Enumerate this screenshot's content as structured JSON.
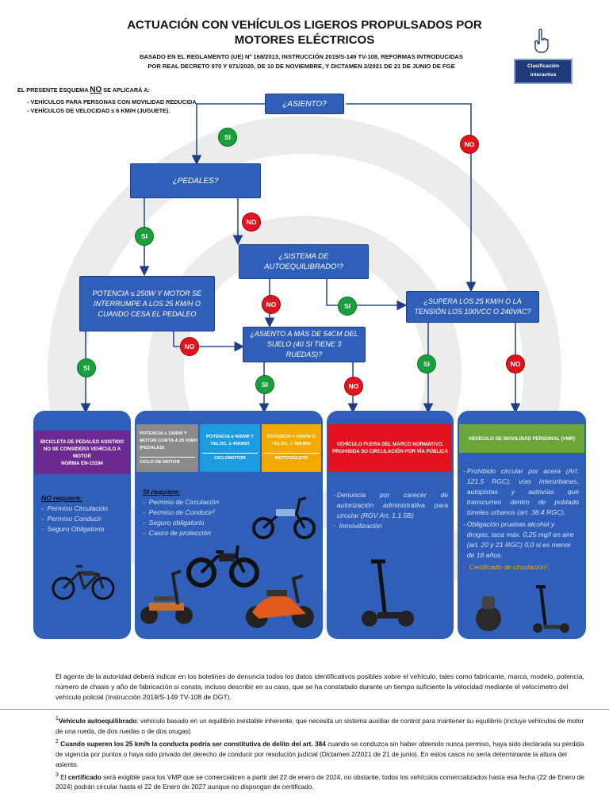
{
  "header": {
    "title_line1": "ACTUACIÓN CON VEHÍCULOS LIGEROS PROPULSADOS POR",
    "title_line2": "MOTORES ELÉCTRICOS",
    "subtitle_line1": "BASADO EN EL REGLAMENTO (UE) Nº 168/2013, INSTRUCCIÓN 2019/S-149 TV-108, REFORMAS INTRODUCIDAS",
    "subtitle_line2": "POR REAL DECRETO 970 Y 971/2020, DE 10 DE NOVIEMBRE, Y DICTAMEN 2/2021 DE 21 DE JUNIO DE FGE",
    "badge_line1": "Clasificación",
    "badge_line2": "interactiva"
  },
  "exclusions": {
    "intro_pre": "EL PRESENTE ESQUEMA ",
    "intro_no": "NO",
    "intro_post": " SE APLICARÁ A:",
    "item1": "- VEHÍCULOS PARA PERSONAS CON MOVILIDAD REDUCIDA.",
    "item2": "- VEHÍCULOS DE VELOCIDAD ≤ 6 KM/H (JUGUETE)."
  },
  "nodes": {
    "asiento": "¿ASIENTO?",
    "pedales": "¿PEDALES?",
    "autoequilibrado": "¿SISTEMA DE AUTOEQUILIBRADO¹?",
    "potencia": "POTENCIA ≤ 250W Y MOTOR SE INTERRUMPE A LOS 25 KM/H O CUANDO CESA EL PEDALEO",
    "altura": "¿ASIENTO A MÁS DE 54CM DEL SUELO (40 SI TIENE 3 RUEDAS)?",
    "supera": "¿SUPERA LOS 25 KM/H O LA TENSIÓN LOS 100VCC O 240VAC?"
  },
  "labels": {
    "si": "SI",
    "no": "NO"
  },
  "panel_bicicleta": {
    "header_line1": "BICICLETA DE PEDALEO ASISTIDO",
    "header_line2": "NO SE CONSIDERA VEHÍCULO A MOTOR",
    "header_line3": "NORMA EN-15194",
    "req_title": "NO requiere:",
    "items": [
      "Permiso Circulación",
      "Permiso Conducir",
      "Seguro Obligatorio"
    ]
  },
  "panel_ciclomotor": {
    "col1_top": "POTENCIA ≤ 1000W Y MOTOR CORTA A 25 KM/H (PEDALES)",
    "col1_bottom": "CICLO DE MOTOR",
    "col2_top": "POTENCIA ≤ 4000W Y VELOC. ≤ 45KM/H",
    "col2_bottom": "CICLOMOTOR",
    "col3_top": "POTENCIA > 4000W O VELOC. > 45KM/H",
    "col3_bottom": "MOTOCICLETA",
    "req_title": "SI requiere:",
    "items": [
      "Permiso de Circulación",
      "Permiso de Conducir²",
      "Seguro obligatorio",
      "Casco de protección"
    ]
  },
  "panel_fuera": {
    "header": "VEHÍCULO FUERA DEL MARCO NORMATIVO. PROHIBIDA SU CIRCULACIÓN POR VÍA PÚBLICA",
    "items": [
      "Denuncia por carecer de autorización administrativa para circular (RGV Art. 1.1.5B)",
      "Inmovilización"
    ]
  },
  "panel_vmp": {
    "header": "VEHÍCULO DE MOVILIDAD PERSONAL (VMP)",
    "items": [
      "Prohibido circular por acera (Art. 121.5 RGC); vías interurbanas, autopistas y autovías que transcurren dentro de poblado túneles urbanos (art. 38.4 RGC).",
      "Obligación pruebas alcohol y drogas, tasa máx. 0,25 mg/l en aire (art. 20 y 21 RGC) 0,0 si es menor de 18 años."
    ],
    "cert": "Certificado de circulación³."
  },
  "footer": {
    "paragraph": "El agente de la autoridad deberá indicar en los boletines de denuncia todos los datos identificativos posibles sobre el vehículo, tales como fabricante, marca, modelo, potencia, número de chasis y año de fabricación si consta, incluso describir en su caso, que se ha constatado durante un tiempo suficiente la velocidad mediante el velocímetro del vehículo policial (Instrucción 2019/S-149 TV-108 de DGT).",
    "fn1_sup": "1",
    "fn1_bold": "Vehículo autoequilibrado",
    "fn1_text": ": vehículo basado en un equilibrio inestable inherente, que necesita un sistema auxiliar de control para mantener su equilibrio (incluye vehículos de motor de una rueda, de dos ruedas o de dos orugas)",
    "fn2_sup": "2",
    "fn2_bold": "Cuando superen los 25 km/h la conducta podría ser constitutiva de delito del art. 384",
    "fn2_text": " cuando se conduzca sin haber obtenido nunca permiso, haya sido declarada su pérdida de vigencia por puntos o haya sido privado del derecho de conducir por resolución judicial (Dictamen 2/2021 de 21 de junio). En estos casos no sería determinante la altura del asiento.",
    "fn3_sup": "3",
    "fn3_pre": " El ",
    "fn3_bold": "certificado",
    "fn3_text": " será exigible para los VMP que se comercialicen a partir del 22 de enero de 2024, no obstante, todos los vehículos comercializados hasta esa fecha (22 de Enero de 2024) podrán circular hasta el 22 de Enero de 2027 aunque no dispongan de certificado."
  },
  "colors": {
    "node_blue": "#2f5fb8",
    "yes_green": "#18a03a",
    "no_red": "#e2131c",
    "purple": "#6a2a8f",
    "grey": "#8a8a8a",
    "cyan": "#1d9be0",
    "amber": "#f2a900",
    "red_header": "#e2131c",
    "green_header": "#6aa63a"
  }
}
